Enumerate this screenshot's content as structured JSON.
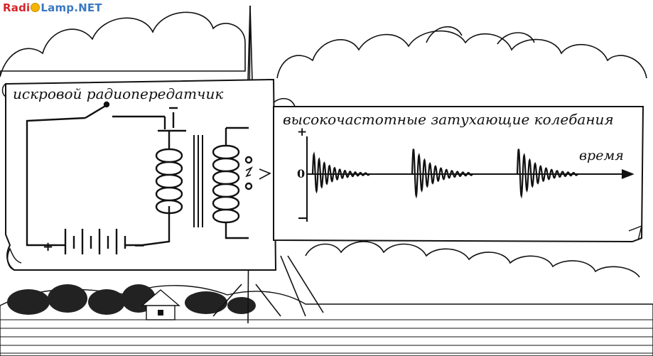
{
  "watermark": {
    "part1": "Radi",
    "part2": "Lamp.NET"
  },
  "transmitter": {
    "title": "искровой радиопередатчик",
    "plus": "+",
    "minus": "−"
  },
  "graph": {
    "title": "высокочастотные затухающие колебания",
    "x_label": "время",
    "y_plus": "+",
    "y_zero": "0",
    "y_minus": "−"
  }
}
